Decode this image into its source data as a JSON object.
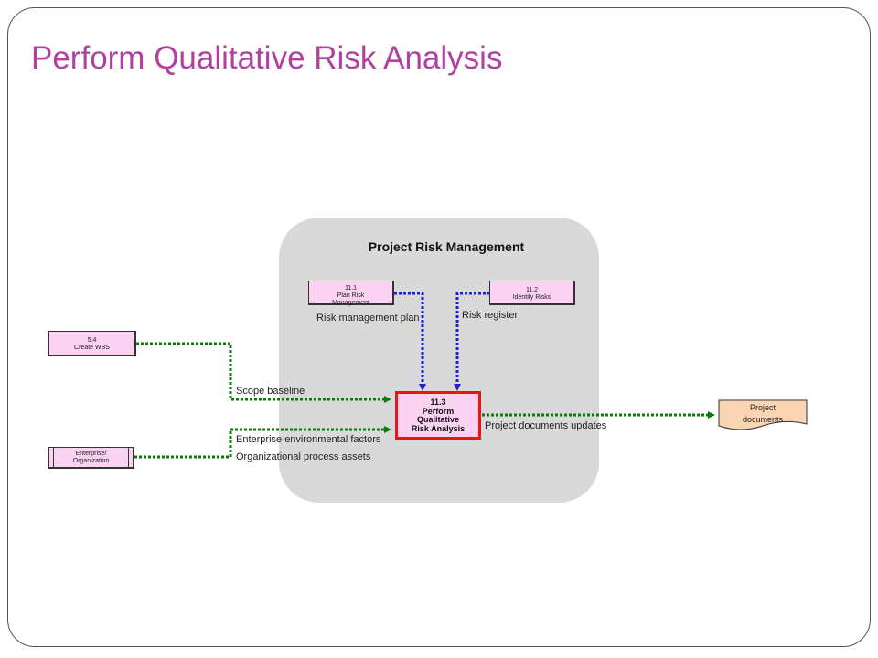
{
  "title": "Perform Qualitative Risk Analysis",
  "group": {
    "title": "Project Risk Management"
  },
  "processes": {
    "plan_risk": {
      "id": "11.1",
      "line1": "Plan Risk",
      "line2": "Management"
    },
    "identify_risks": {
      "id": "11.2",
      "line1": "Identify Risks"
    },
    "create_wbs": {
      "id": "5.4",
      "line1": "Create WBS"
    },
    "main": {
      "id": "11.3",
      "line1": "Perform",
      "line2": "Qualitative",
      "line3": "Risk Analysis"
    }
  },
  "external": {
    "line1": "Enterprise/",
    "line2": "Organization"
  },
  "output_doc": {
    "line1": "Project",
    "line2": "documents"
  },
  "labels": {
    "risk_management_plan": "Risk management plan",
    "risk_register": "Risk register",
    "scope_baseline": "Scope baseline",
    "enterprise_env_factors": "Enterprise environmental factors",
    "org_process_assets": "Organizational process assets",
    "project_documents_updates": "Project documents updates"
  },
  "colors": {
    "title": "#b0419f",
    "process_fill": "#fcd2f2",
    "main_border": "#e8141a",
    "group_fill": "#d9d9d9",
    "input_flow_blue": "#1f1fe0",
    "flow_green": "#0b7a0b",
    "doc_fill": "#fbd4b4"
  }
}
